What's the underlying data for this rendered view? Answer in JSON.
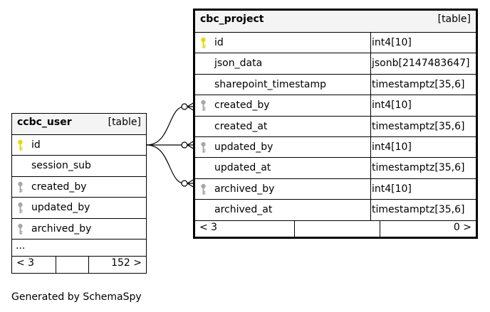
{
  "tables": {
    "project": {
      "name": "cbc_project",
      "type_label": "[table]",
      "columns": [
        {
          "name": "id",
          "type": "int4[10]",
          "key": "primary"
        },
        {
          "name": "json_data",
          "type": "jsonb[2147483647]",
          "key": ""
        },
        {
          "name": "sharepoint_timestamp",
          "type": "timestamptz[35,6]",
          "key": ""
        },
        {
          "name": "created_by",
          "type": "int4[10]",
          "key": "foreign"
        },
        {
          "name": "created_at",
          "type": "timestamptz[35,6]",
          "key": ""
        },
        {
          "name": "updated_by",
          "type": "int4[10]",
          "key": "foreign"
        },
        {
          "name": "updated_at",
          "type": "timestamptz[35,6]",
          "key": ""
        },
        {
          "name": "archived_by",
          "type": "int4[10]",
          "key": "foreign"
        },
        {
          "name": "archived_at",
          "type": "timestamptz[35,6]",
          "key": ""
        }
      ],
      "footer": {
        "left": "< 3",
        "right": "0 >"
      }
    },
    "user": {
      "name": "ccbc_user",
      "type_label": "[table]",
      "columns": [
        {
          "name": "id",
          "key": "primary"
        },
        {
          "name": "session_sub",
          "key": ""
        },
        {
          "name": "created_by",
          "key": "foreign"
        },
        {
          "name": "updated_by",
          "key": "foreign"
        },
        {
          "name": "archived_by",
          "key": "foreign"
        }
      ],
      "more": "...",
      "footer": {
        "left": "< 3",
        "right": "152 >"
      }
    }
  },
  "colors": {
    "primary_key": "#e8d800",
    "foreign_key": "#a8a8a8",
    "header_bg": "#f4f4f4"
  },
  "generated_by": "Generated by SchemaSpy"
}
